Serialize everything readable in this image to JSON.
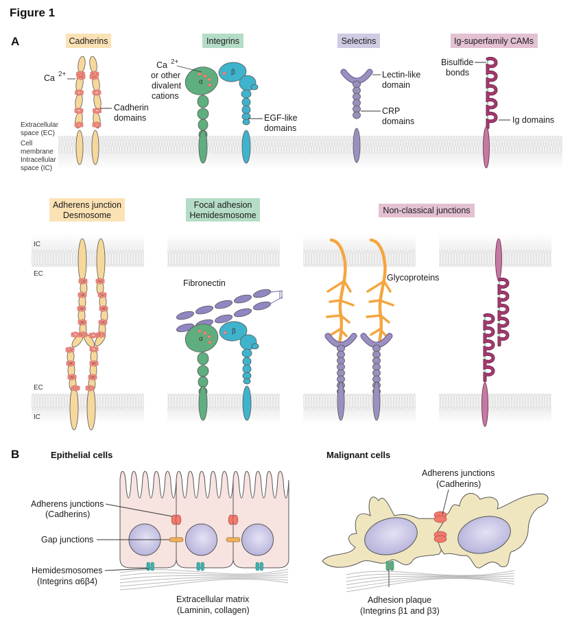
{
  "figure": {
    "title": "Figure 1",
    "panel_a_label": "A",
    "panel_b_label": "B"
  },
  "panel_a": {
    "families": [
      {
        "label": "Cadherins",
        "color": "#fbe2b4"
      },
      {
        "label": "Integrins",
        "color": "#b5dcc6"
      },
      {
        "label": "Selectins",
        "color": "#cfcbe3"
      },
      {
        "label": "Ig-superfamily CAMs",
        "color": "#e3c1d3"
      }
    ],
    "space_labels": {
      "ec_line1": "Extracellular",
      "ec_line2": "space (EC)",
      "mem_line1": "Cell",
      "mem_line2": "membrane",
      "ic_line1": "Intracellular",
      "ic_line2": "space (IC)"
    },
    "annotations": {
      "ca": "Ca",
      "ca_sup": "2+",
      "cadherin_domains_1": "Cadherin",
      "cadherin_domains_2": "domains",
      "integrin_ca_1": "Ca",
      "integrin_ca_sup": "2+",
      "integrin_ca_2": "or other",
      "integrin_ca_3": "divalent",
      "integrin_ca_4": "cations",
      "alpha": "α",
      "beta": "β",
      "egf_1": "EGF-like",
      "egf_2": "domains",
      "lectin_1": "Lectin-like",
      "lectin_2": "domain",
      "crp_1": "CRP",
      "crp_2": "domains",
      "bisulfide_1": "Bisulfide",
      "bisulfide_2": "bonds",
      "ig_domains": "Ig domains"
    },
    "junctions": [
      {
        "label_1": "Adherens junction",
        "label_2": "Desmosome",
        "color": "#fbe2b4"
      },
      {
        "label_1": "Focal adhesion",
        "label_2": "Hemidesmosome",
        "color": "#b5dcc6"
      },
      {
        "label_1": "Non-classical junctions",
        "label_2": "",
        "color": "#e3c1d3"
      }
    ],
    "junction_annotations": {
      "ic": "IC",
      "ec": "EC",
      "fibronectin": "Fibronectin",
      "glycoproteins": "Glycoproteins",
      "alpha": "α",
      "beta": "β"
    }
  },
  "panel_b": {
    "epithelial": {
      "title": "Epithelial cells",
      "adherens_1": "Adherens junctions",
      "adherens_2": "(Cadherins)",
      "gap": "Gap junctions",
      "hemi_1": "Hemidesmosomes",
      "hemi_2": "(Integrins α6β4)",
      "ecm_1": "Extracellular matrix",
      "ecm_2": "(Laminin, collagen)"
    },
    "malignant": {
      "title": "Malignant cells",
      "adherens_1": "Adherens junctions",
      "adherens_2": "(Cadherins)",
      "plaque_1": "Adhesion plaque",
      "plaque_2": "(Integrins β1 and β3)"
    }
  },
  "colors": {
    "cadherin": "#f7d89b",
    "integrin_alpha": "#5fae7f",
    "integrin_beta": "#3fb3cc",
    "selectin": "#9b8fc0",
    "igcam": "#a33a6e",
    "glyco": "#f4a640",
    "calcium": "#f08a80",
    "membrane": "#e6e6e6"
  }
}
